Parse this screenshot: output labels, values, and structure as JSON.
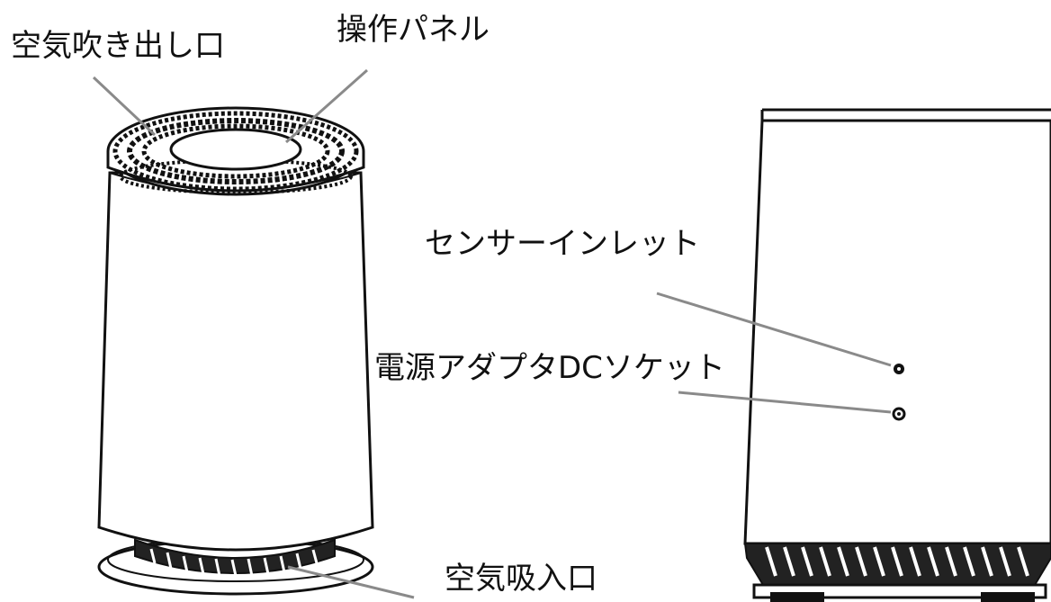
{
  "labels": {
    "air_outlet": "空気吹き出し口",
    "control_panel": "操作パネル",
    "sensor_inlet": "センサーインレット",
    "dc_socket": "電源アダプタDCソケット",
    "air_intake": "空気吸入口"
  },
  "colors": {
    "outline": "#111111",
    "leader_line": "#8a8a8a",
    "background": "#ffffff"
  }
}
